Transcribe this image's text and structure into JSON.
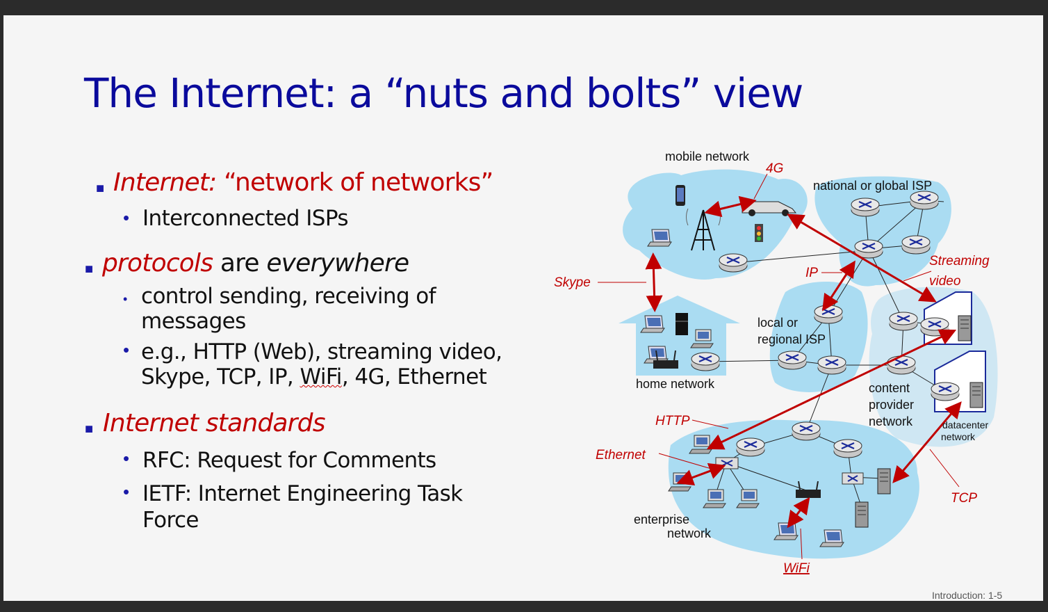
{
  "title": "The Internet: a “nuts and bolts” view",
  "bullets": {
    "b1_part1": "Internet: ",
    "b1_part2": "“network of networks”",
    "b1_sub1": "Interconnected ISPs",
    "b2_part1": "protocols",
    "b2_part2": " are ",
    "b2_part3": "everywhere",
    "b2_sub1_line1": "control sending, receiving of",
    "b2_sub1_line2": "messages",
    "b2_sub2_line1": "e.g., HTTP (Web), streaming video,",
    "b2_sub2_line2a": "Skype, TCP, IP, ",
    "b2_sub2_line2b": "WiFi",
    "b2_sub2_line2c": ", 4G, Ethernet",
    "b3": "Internet  standards",
    "b3_sub1": "RFC: Request for Comments",
    "b3_sub2_line1": "IETF: Internet Engineering Task",
    "b3_sub2_line2": "Force"
  },
  "diagram": {
    "mobile_network": "mobile network",
    "national_isp": "national or global ISP",
    "local_isp_1": "local or",
    "local_isp_2": "regional ISP",
    "home_network": "home network",
    "content_1": "content",
    "content_2": "provider",
    "content_3": "network",
    "datacenter_1": "datacenter",
    "datacenter_2": "network",
    "enterprise_1": "enterprise",
    "enterprise_2": "network",
    "labels": {
      "fourg": "4G",
      "skype": "Skype",
      "ip": "IP",
      "streaming_1": "Streaming",
      "streaming_2": "video",
      "http": "HTTP",
      "ethernet": "Ethernet",
      "tcp": "TCP",
      "wifi": "WiFi"
    }
  },
  "footer": "Introduction: 1-5",
  "colors": {
    "title": "#0a0a9c",
    "accent_red": "#c00000",
    "cloud": "#aadcf2",
    "bullet": "#1a1aa8"
  }
}
